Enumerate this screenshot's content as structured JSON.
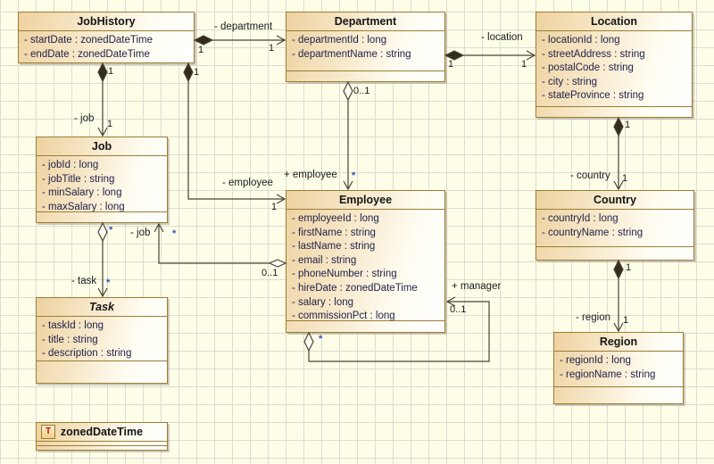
{
  "classes": {
    "jobHistory": {
      "name": "JobHistory",
      "attributes": [
        "- startDate : zonedDateTime",
        "- endDate : zonedDateTime"
      ]
    },
    "department": {
      "name": "Department",
      "attributes": [
        "- departmentId : long",
        "- departmentName : string"
      ]
    },
    "location": {
      "name": "Location",
      "attributes": [
        "- locationId : long",
        "- streetAddress : string",
        "- postalCode : string",
        "- city : string",
        "- stateProvince : string"
      ]
    },
    "job": {
      "name": "Job",
      "attributes": [
        "- jobId : long",
        "- jobTitle : string",
        "- minSalary : long",
        "- maxSalary : long"
      ]
    },
    "employee": {
      "name": "Employee",
      "attributes": [
        "- employeeId : long",
        "- firstName : string",
        "- lastName : string",
        "- email : string",
        "- phoneNumber : string",
        "- hireDate : zonedDateTime",
        "- salary : long",
        "- commissionPct : long"
      ]
    },
    "country": {
      "name": "Country",
      "attributes": [
        "- countryId : long",
        "- countryName : string"
      ]
    },
    "task": {
      "name": "Task",
      "attributes": [
        "- taskId : long",
        "- title : string",
        "- description : string"
      ]
    },
    "region": {
      "name": "Region",
      "attributes": [
        "- regionId : long",
        "- regionName : string"
      ]
    },
    "zonedDateTime": {
      "name": "zonedDateTime",
      "icon": "T"
    }
  },
  "edges": {
    "jobHistory_department": {
      "role": "- department",
      "source_mult": "1",
      "target_mult": "1"
    },
    "department_location": {
      "role": "- location",
      "source_mult": "1",
      "target_mult": "1"
    },
    "jobHistory_job": {
      "role": "- job",
      "source_mult": "1",
      "target_mult": "1"
    },
    "jobHistory_employee": {
      "role": "- employee",
      "source_mult": "1",
      "target_mult": "1"
    },
    "department_employee": {
      "role": "+ employee",
      "source_mult": "0..1",
      "target_mult": "*"
    },
    "employee_job": {
      "role": "- job",
      "source_mult": "0..1",
      "target_mult": "*"
    },
    "job_task": {
      "role": "- task",
      "source_mult": "*",
      "target_mult": "*"
    },
    "location_country": {
      "role": "- country",
      "source_mult": "1",
      "target_mult": "1"
    },
    "country_region": {
      "role": "- region",
      "source_mult": "1",
      "target_mult": "1"
    },
    "employee_manager": {
      "role": "+ manager",
      "source_mult": "*",
      "target_mult": "0..1"
    }
  },
  "colors": {
    "canvas_bg": "#fdfde8",
    "grid_line": "#dcdcd1",
    "box_border": "#9a7d33",
    "box_fill_left": "#eed2a0",
    "attribute_text": "#22224a",
    "edge_stroke": "#4b4336",
    "datatype_icon_letter": "#cc1111"
  }
}
